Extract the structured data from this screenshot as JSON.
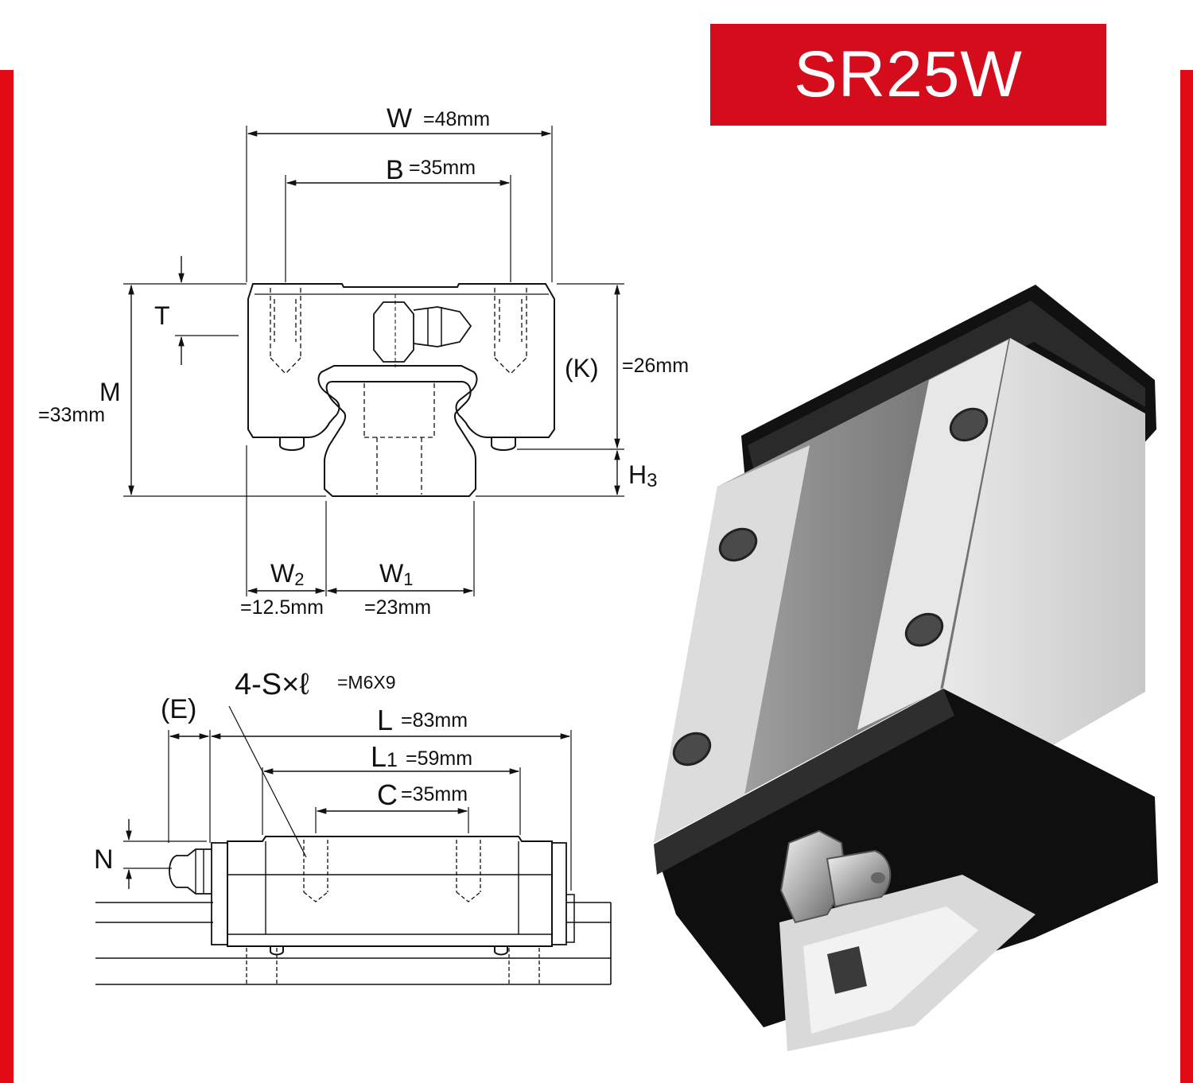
{
  "title": "SR25W",
  "colors": {
    "accent": "#d50c1b",
    "frame": "#e00a14",
    "line": "#111111"
  },
  "cross_section": {
    "w_letter": "W",
    "w_value": "=48mm",
    "b_letter": "B",
    "b_value": "=35mm",
    "t_letter": "T",
    "k_letter": "(K)",
    "k_value": "=26mm",
    "m_letter": "M",
    "m_value": "=33mm",
    "h3_letter": "H",
    "h3_sub": "3",
    "w2_letter": "W",
    "w2_sub": "2",
    "w2_value": "=12.5mm",
    "w1_letter": "W",
    "w1_sub": "1",
    "w1_value": "=23mm"
  },
  "side_view": {
    "screw_letter": "4-S×ℓ",
    "screw_value": "=M6X9",
    "e_letter": "(E)",
    "l_letter": "L",
    "l_value": "=83mm",
    "l1_letter": "L",
    "l1_sub": "1",
    "l1_value": "=59mm",
    "c_letter": "C",
    "c_value": "=35mm",
    "n_letter": "N"
  }
}
